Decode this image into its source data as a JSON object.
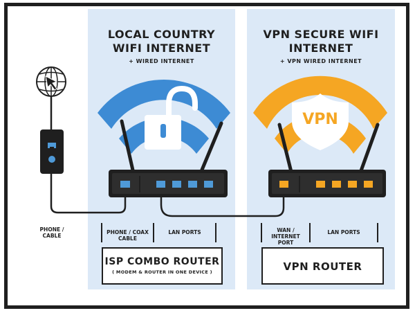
{
  "left_panel": {
    "title": "LOCAL COUNTRY\nWIFI INTERNET",
    "subtitle": "+ WIRED INTERNET",
    "port_labels": {
      "phone_coax": "PHONE / COAX\nCABLE",
      "lan": "LAN PORTS"
    },
    "router_box": {
      "title": "ISP COMBO ROUTER",
      "subtitle": "( MODEM & ROUTER IN ONE DEVICE )"
    }
  },
  "right_panel": {
    "title": "VPN SECURE WIFI\nINTERNET",
    "subtitle": "+ VPN WIRED INTERNET",
    "shield_text": "VPN",
    "port_labels": {
      "wan": "WAN /\nINTERNET\nPORT",
      "lan": "LAN PORTS"
    },
    "router_box": {
      "title": "VPN ROUTER"
    }
  },
  "outlet_label": "PHONE /\nCABLE",
  "colors": {
    "blue": "#3d8bd4",
    "orange": "#f5a623",
    "panel": "#dce9f7",
    "dark": "#1f1f1f",
    "port_blue": "#4f9ad8",
    "port_orange": "#f5a623"
  },
  "icons": {
    "internet": "globe-cursor-icon",
    "outlet": "wall-outlet-icon",
    "left_wifi": "unlocked-padlock-icon",
    "right_wifi": "vpn-shield-icon"
  }
}
